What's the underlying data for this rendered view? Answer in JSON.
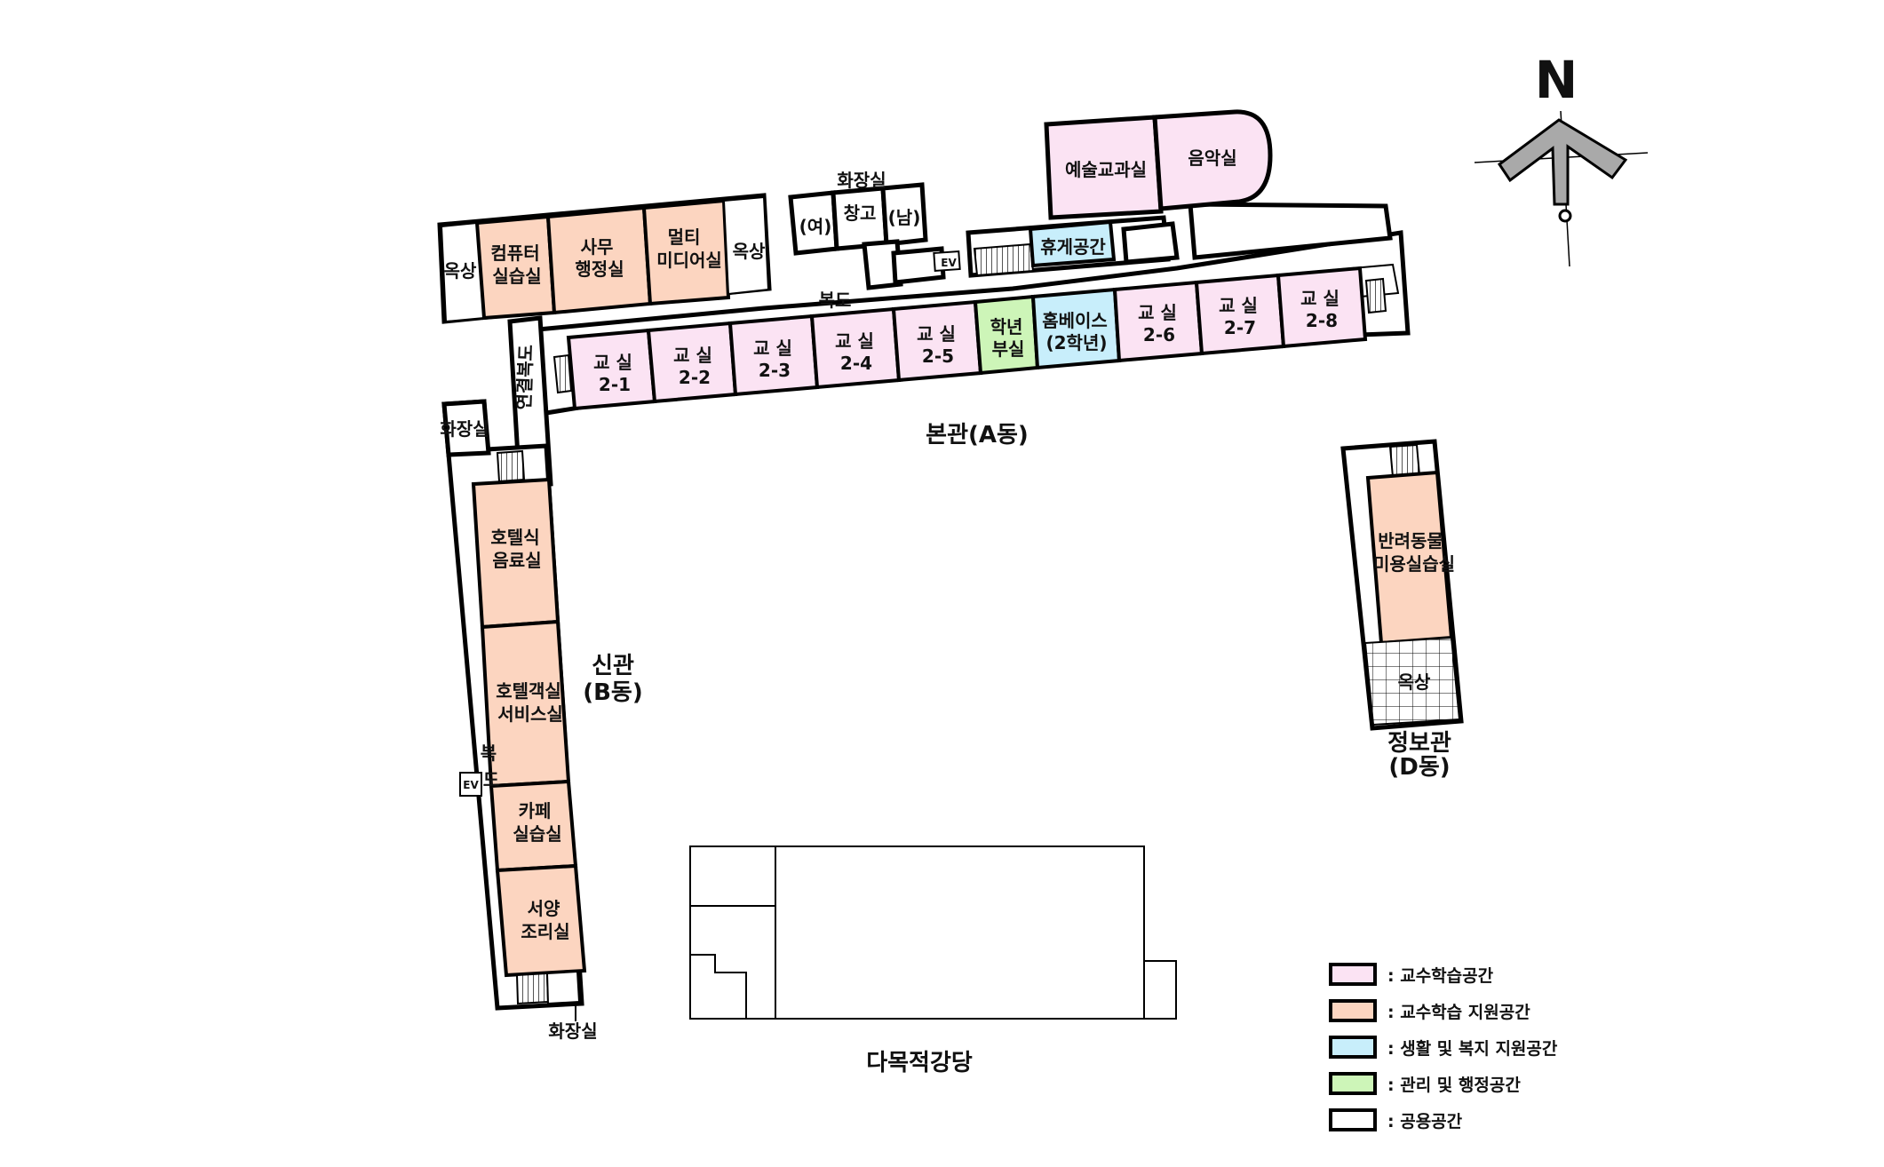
{
  "compass": {
    "label": "N"
  },
  "colors": {
    "teaching": "#fbe3f3",
    "teaching_support": "#fcd5c0",
    "welfare": "#c8eefb",
    "admin": "#cdf5b8",
    "common": "#ffffff"
  },
  "buildings": {
    "main": "본관(A동)",
    "new_line1": "신관",
    "new_line2": "(B동)",
    "info_line1": "정보관",
    "info_line2": "(D동)",
    "auditorium": "다목적강당"
  },
  "rooms": {
    "toilet_top": "화장실",
    "women": "(여)",
    "storage": "창고",
    "men": "(남)",
    "art": "예술교과실",
    "music": "음악실",
    "lounge": "휴게공간",
    "ev": "EV",
    "rooftop_left": "옥상",
    "computer_1": "컴퓨터",
    "computer_2": "실습실",
    "office_1": "사무",
    "office_2": "행정실",
    "multi_1": "멀티",
    "multi_2": "미디어실",
    "rooftop_mid": "옥상",
    "corridor_main": "복도",
    "connector": "연결복도",
    "class_2_1": [
      "교 실",
      "2-1"
    ],
    "class_2_2": [
      "교 실",
      "2-2"
    ],
    "class_2_3": [
      "교 실",
      "2-3"
    ],
    "class_2_4": [
      "교 실",
      "2-4"
    ],
    "class_2_5": [
      "교 실",
      "2-5"
    ],
    "grade_office_1": "학년",
    "grade_office_2": "부실",
    "homebase_1": "홈베이스",
    "homebase_2": "(2학년)",
    "class_2_6": [
      "교 실",
      "2-6"
    ],
    "class_2_7": [
      "교 실",
      "2-7"
    ],
    "class_2_8": [
      "교 실",
      "2-8"
    ],
    "toilet_left": "화장실",
    "hotel_bev_1": "호텔식",
    "hotel_bev_2": "음료실",
    "hotel_svc_1": "호텔객실",
    "hotel_svc_2": "서비스실",
    "corridor_b_1": "복",
    "corridor_b_2": "도",
    "ev_b": "EV",
    "cafe_1": "카페",
    "cafe_2": "실습실",
    "western_1": "서양",
    "western_2": "조리실",
    "toilet_bottom": "화장실",
    "pet_1": "반려동물",
    "pet_2": "미용실습실",
    "rooftop_right": "옥상"
  },
  "legend": [
    {
      "label": ": 교수학습공간",
      "color": "#fbe3f3"
    },
    {
      "label": ": 교수학습 지원공간",
      "color": "#fcd5c0"
    },
    {
      "label": ": 생활 및 복지 지원공간",
      "color": "#c8eefb"
    },
    {
      "label": ": 관리 및 행정공간",
      "color": "#cdf5b8"
    },
    {
      "label": ": 공용공간",
      "color": "#ffffff"
    }
  ]
}
